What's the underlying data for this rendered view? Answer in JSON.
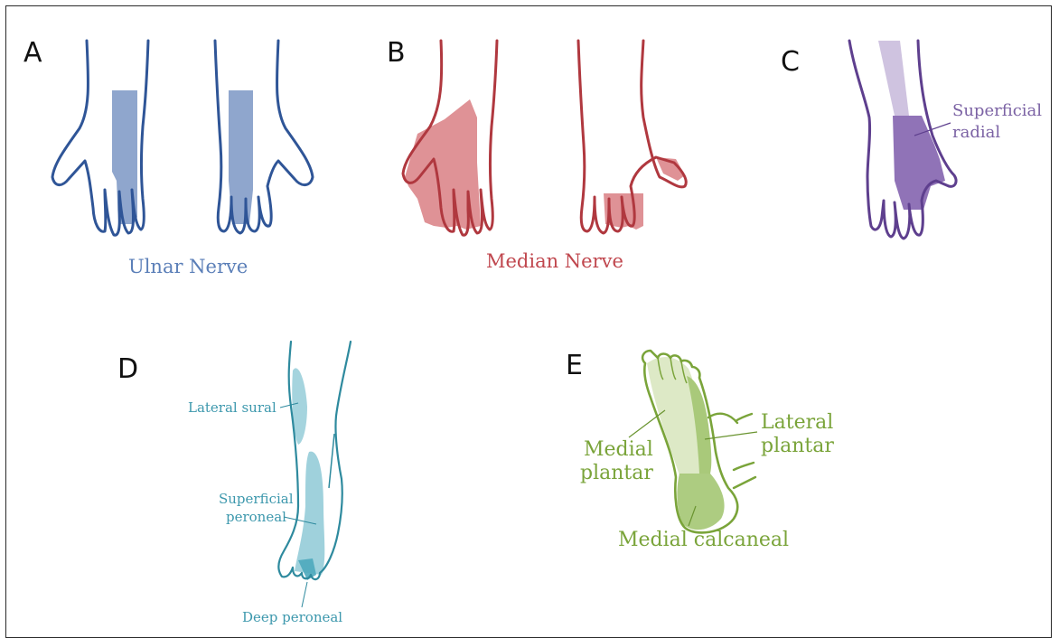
{
  "panels": [
    {
      "letter": "A",
      "title": "Ulnar Nerve",
      "color": "#2f5597",
      "fill": "#7b96c4"
    },
    {
      "letter": "B",
      "title": "Median Nerve",
      "color": "#b0383f",
      "fill": "#d97f84"
    },
    {
      "letter": "C",
      "labels": [
        "Superficial",
        "radial"
      ],
      "color": "#5e3f8e",
      "fill": "#8a6bb3",
      "fill_light": "#cfc3e0"
    },
    {
      "letter": "D",
      "labels": [
        "Lateral sural",
        "Superficial",
        "peroneal",
        "Deep peroneal"
      ],
      "color": "#2e8a9e",
      "fill": "#8ec9d6"
    },
    {
      "letter": "E",
      "labels": [
        "Lateral",
        "plantar",
        "Medial",
        "plantar",
        "Medial calcaneal"
      ],
      "color": "#7aa43a",
      "fill": "#a9c97a",
      "fill_light": "#dde9c6"
    }
  ]
}
